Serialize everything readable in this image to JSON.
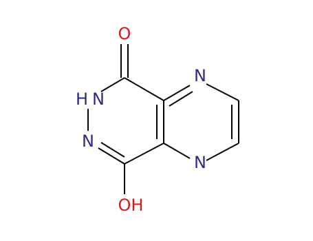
{
  "colors": {
    "bond": "#000000",
    "nitrogen": "#2e2a8c",
    "oxygen": "#e0161b",
    "background": "#ffffff"
  },
  "molecule": {
    "atoms": [
      {
        "id": "o_top",
        "element": "O",
        "label": "O"
      },
      {
        "id": "n_amide",
        "element": "N",
        "label": "N"
      },
      {
        "id": "h_amide",
        "element": "H",
        "label": "H"
      },
      {
        "id": "n_ring",
        "element": "N",
        "label": "N"
      },
      {
        "id": "oh",
        "element": "O",
        "label": "OH"
      },
      {
        "id": "n_pyrazine_top",
        "element": "N",
        "label": "N"
      },
      {
        "id": "n_pyrazine_bottom",
        "element": "N",
        "label": "N"
      }
    ]
  }
}
